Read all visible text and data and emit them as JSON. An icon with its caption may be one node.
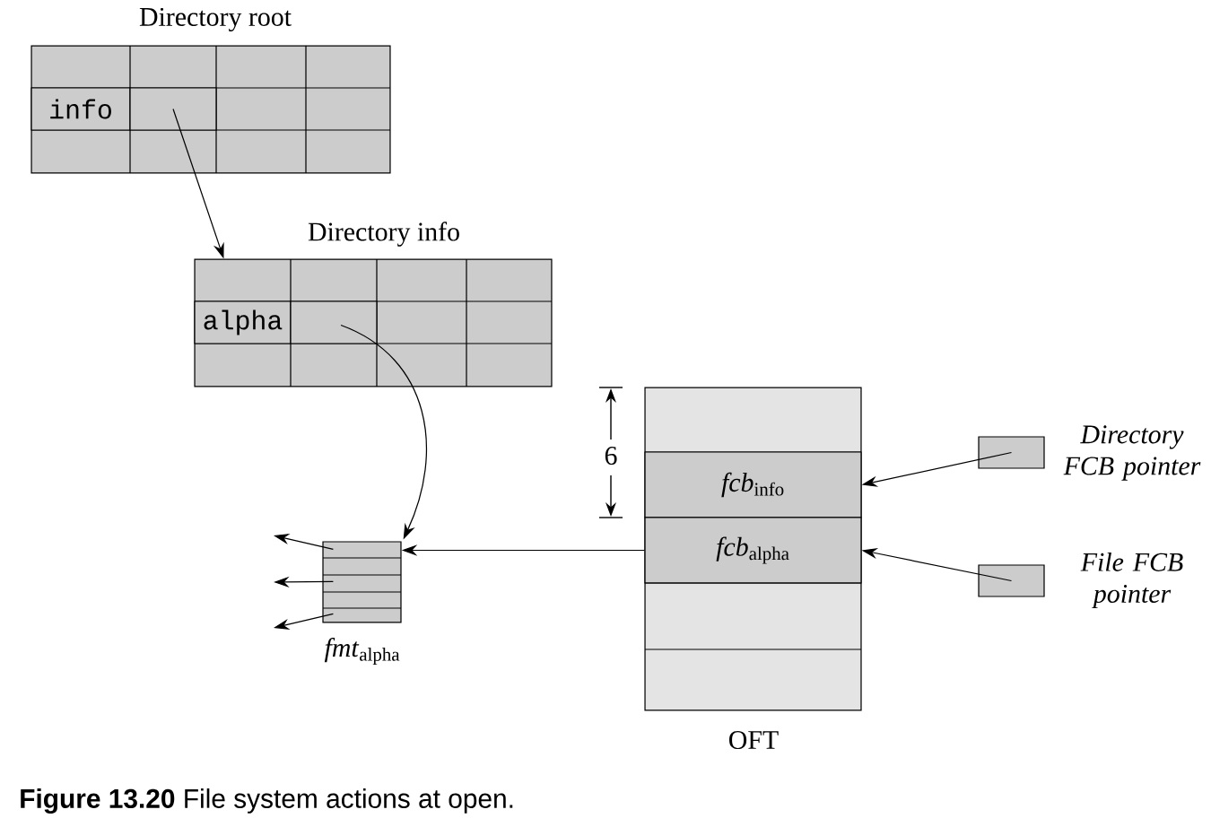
{
  "diagram": {
    "caption": "**Figure 13.20** File system actions at open.",
    "nodes": [
      {
        "text": [
          "Directory root"
        ]
      },
      {
        "text": [
          "info"
        ],
        "in": 0
      },
      {
        "text": [],
        "shape": "box",
        "in": 0
      },
      {
        "text": [
          "Directory info"
        ]
      },
      {
        "text": [
          "alpha"
        ],
        "in": 3
      },
      {
        "text": [],
        "shape": "box",
        "in": 3
      },
      {
        "text": [
          "*fmt*$_{alpha}$"
        ]
      },
      {
        "text": [
          "OFT"
        ]
      },
      {
        "text": [
          "*fcb*$_{info}$"
        ],
        "in": 7
      },
      {
        "text": [
          "*fcb*$_{alpha}$"
        ],
        "in": 7
      },
      {
        "text": [
          "Directory FCB pointer"
        ]
      },
      {
        "text": [
          "File FCB pointer"
        ]
      }
    ],
    "edges": [
      {
        "from": 2,
        "to": 3,
        "arrow": "to"
      },
      {
        "from": 5,
        "to": 6,
        "arrow": "to"
      },
      {
        "from": 9,
        "to": 6,
        "arrow": "to"
      },
      {
        "from": 10,
        "to": 8,
        "arrow": "to"
      },
      {
        "from": 11,
        "to": 9,
        "arrow": "to"
      },
      {
        "from": 6,
        "to": null,
        "arrow": "to"
      },
      {
        "from": 6,
        "to": null,
        "arrow": "to"
      },
      {
        "from": 6,
        "to": null,
        "arrow": "to"
      }
    ],
    "labels": [
      "6"
    ]
  }
}
